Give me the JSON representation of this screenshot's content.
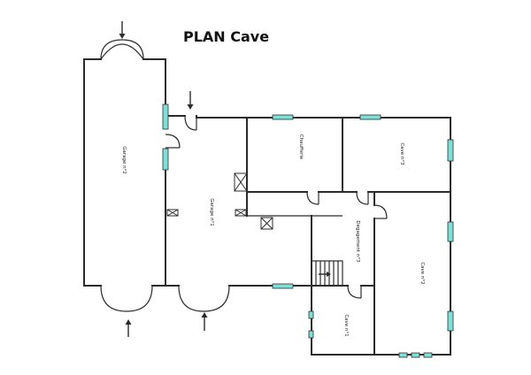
{
  "plan": {
    "title": "PLAN Cave",
    "rooms": {
      "garage_2": "Garage n°2",
      "garage_1": "Garage n°1",
      "chaufferie": "Chaufferie",
      "cave_3": "Cave n°3",
      "degagement_3": "Dégagement n°3",
      "cave_2": "Cave n°2",
      "cave_1": "Cave n°1"
    }
  },
  "colors": {
    "wall": "#2b2b2b",
    "window": "#7fe0d8",
    "background": "#ffffff"
  }
}
